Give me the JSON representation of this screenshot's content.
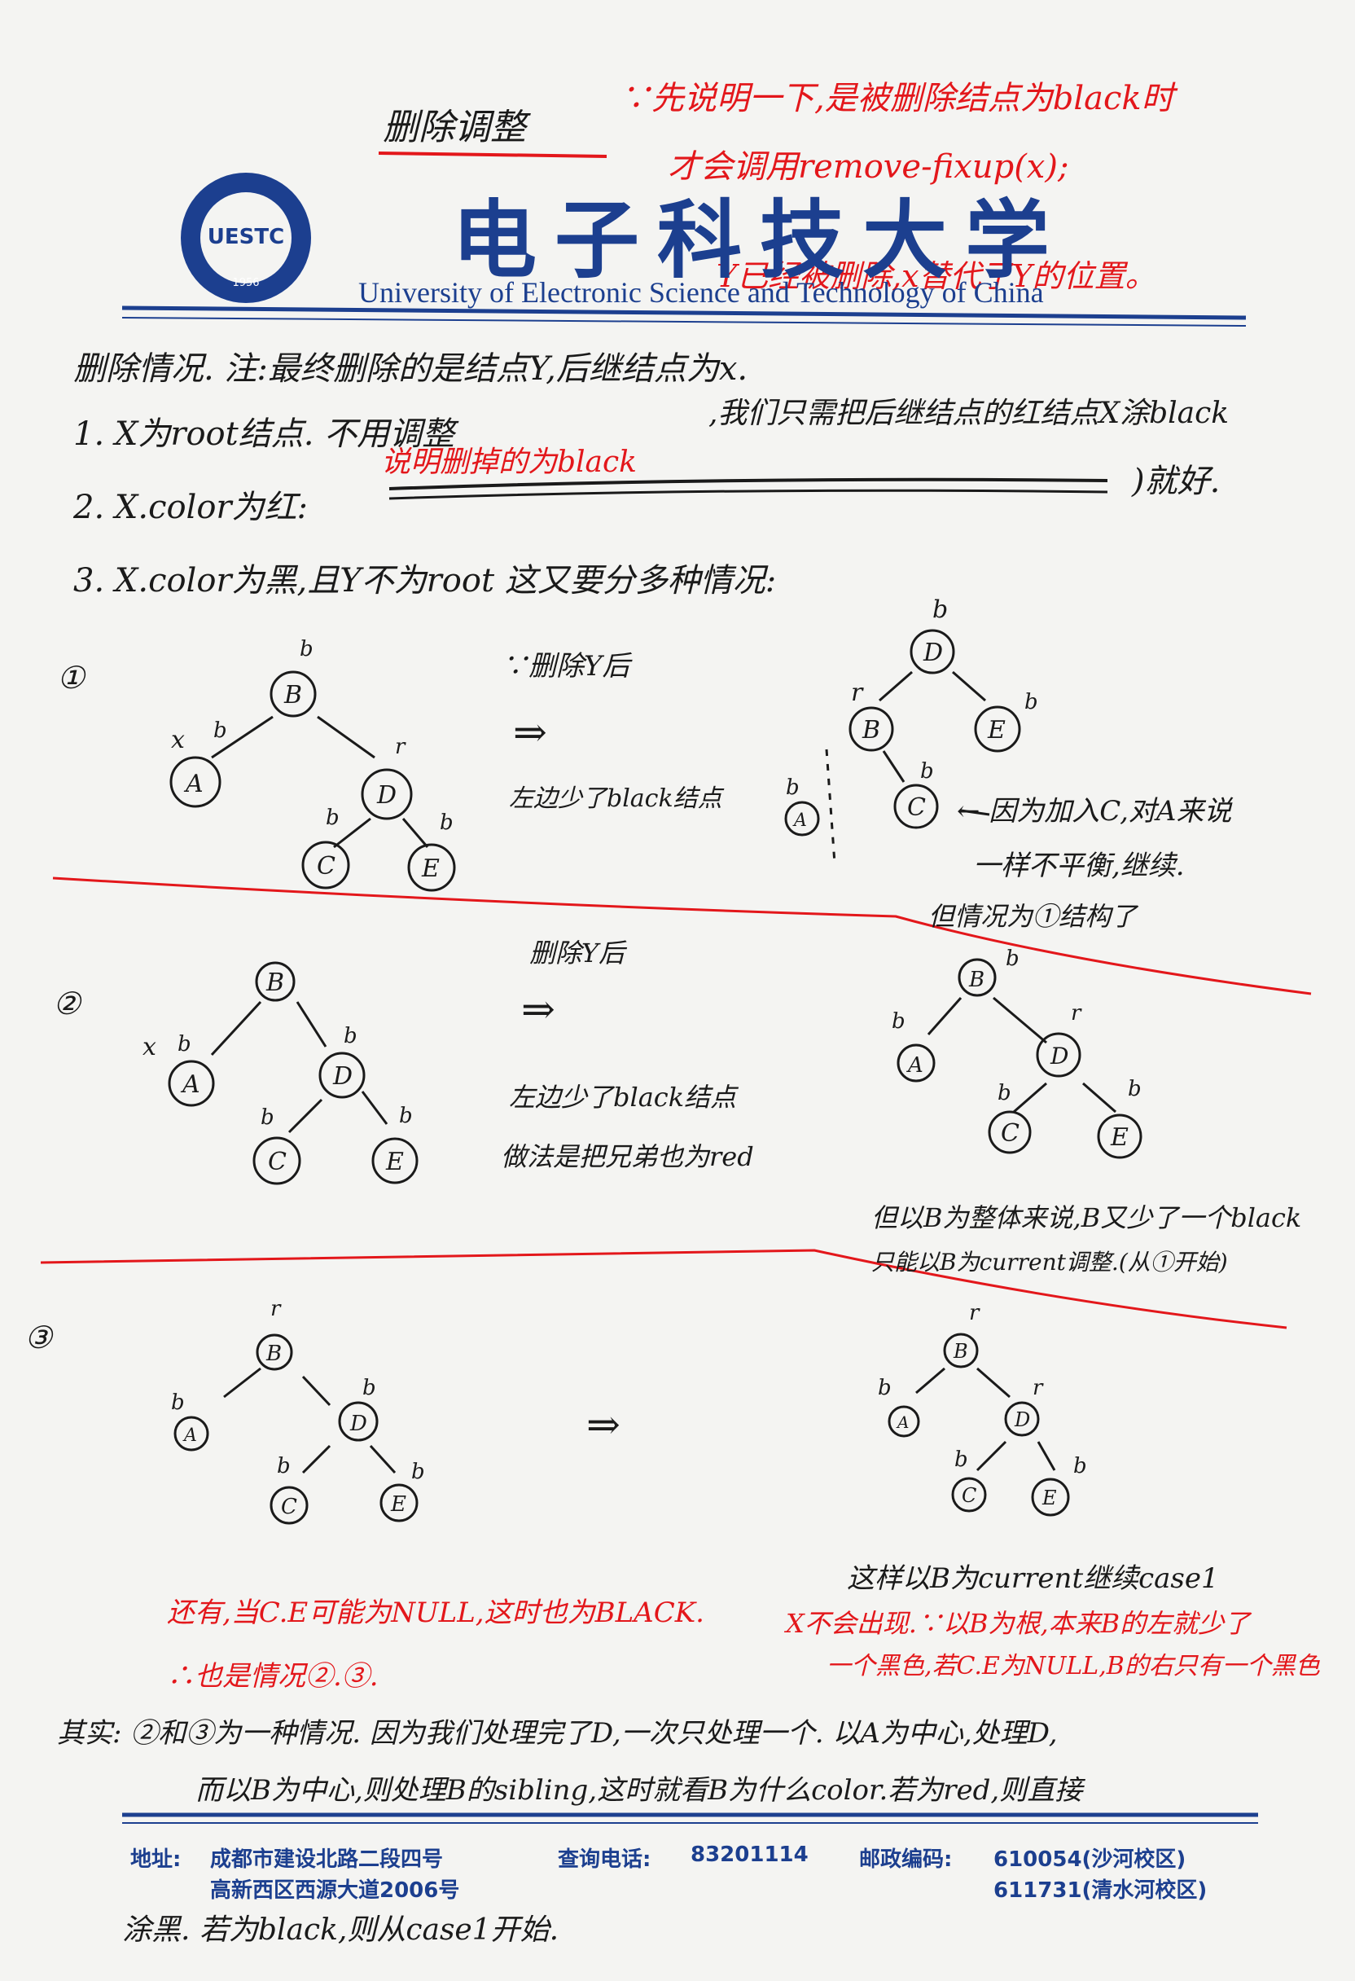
{
  "colors": {
    "ink": "#1a1a1a",
    "red": "#e3171b",
    "letterhead_blue": "#1c3f8f",
    "paper": "#f4f4f2"
  },
  "letterhead": {
    "chinese_name": "电子科技大学",
    "english_name": "University of Electronic Science and Technology of China",
    "logo_text": "UESTC",
    "logo_year": "1956"
  },
  "header": {
    "title": "删除调整",
    "red_note_line1": "∵先说明一下,是被删除结点为black时",
    "red_note_line2": "才会调用remove-fixup(x);",
    "red_note_line3": "Y已经被删除,x替代了Y的位置。"
  },
  "intro": {
    "line1": "删除情况. 注:最终删除的是结点Y,后继结点为x.",
    "case1": "1. X为root结点. 不用调整",
    "case2_a": "2. X.color为红:",
    "case2_red": "说明删掉的为black",
    "case2_b": ",我们只需把后继结点的红结点X涂black",
    "case2_end": ")就好.",
    "case3": "3. X.color为黑,且Y不为root 这又要分多种情况:"
  },
  "case1": {
    "num": "①",
    "note1": "∵删除Y后",
    "arrow": "⇒",
    "note2": "左边少了black结点",
    "side1": "← 因为加入C,对A来说",
    "side2": "一样不平衡,继续.",
    "side3": "但情况为①结构了",
    "before": {
      "B": "B",
      "A": "A",
      "D": "D",
      "C": "C",
      "E": "E",
      "lb": "b",
      "la": "b",
      "ld": "r",
      "lc": "b",
      "le": "b",
      "x": "x"
    },
    "after": {
      "D": "D",
      "B": "B",
      "E": "E",
      "C": "C",
      "A": "A",
      "ld": "b",
      "lb": "r",
      "le": "b",
      "lc": "b",
      "la": "b"
    }
  },
  "case2": {
    "num": "②",
    "note1": "删除Y后",
    "arrow": "⇒",
    "note2": "左边少了black结点",
    "note3": "做法是把兄弟也为red",
    "note4": "但以B为整体来说,B又少了一个black",
    "note5": "只能以B为current调整.(从①开始)",
    "before": {
      "B": "B",
      "A": "A",
      "D": "D",
      "C": "C",
      "E": "E",
      "la": "b",
      "ld": "b",
      "lc": "b",
      "le": "b",
      "x": "x"
    },
    "after": {
      "B": "B",
      "A": "A",
      "D": "D",
      "C": "C",
      "E": "E",
      "lb": "b",
      "la": "b",
      "ld": "r",
      "lc": "b",
      "le": "b"
    }
  },
  "case3": {
    "num": "③",
    "arrow": "⇒",
    "note1": "这样以B为current继续case1",
    "before": {
      "B": "B",
      "A": "A",
      "D": "D",
      "C": "C",
      "E": "E",
      "lb": "r",
      "la": "b",
      "ld": "b",
      "lc": "b",
      "le": "b"
    },
    "after": {
      "B": "B",
      "A": "A",
      "D": "D",
      "C": "C",
      "E": "E",
      "lb": "r",
      "la": "b",
      "ld": "r",
      "lc": "b",
      "le": "b"
    }
  },
  "bottom": {
    "red1": "还有,当C.E可能为NULL,这时也为BLACK.",
    "red2": "∴也是情况②.③.",
    "red3": "X不会出现.∵以B为根,本来B的左就少了",
    "red4": "一个黑色,若C.E为NULL,B的右只有一个黑色",
    "summary1": "其实: ②和③为一种情况. 因为我们处理完了D,一次只处理一个. 以A为中心,处理D,",
    "summary2": "而以B为中心,则处理B的sibling,这时就看B为什么color.若为red,则直接",
    "summary3": "涂黑. 若为black,则从case1开始."
  },
  "footer": {
    "address_label": "地址:",
    "address1": "成都市建设北路二段四号",
    "address2": "高新西区西源大道2006号",
    "phone_label": "查询电话:",
    "phone": "83201114",
    "post_label": "邮政编码:",
    "post1": "610054(沙河校区)",
    "post2": "611731(清水河校区)"
  }
}
